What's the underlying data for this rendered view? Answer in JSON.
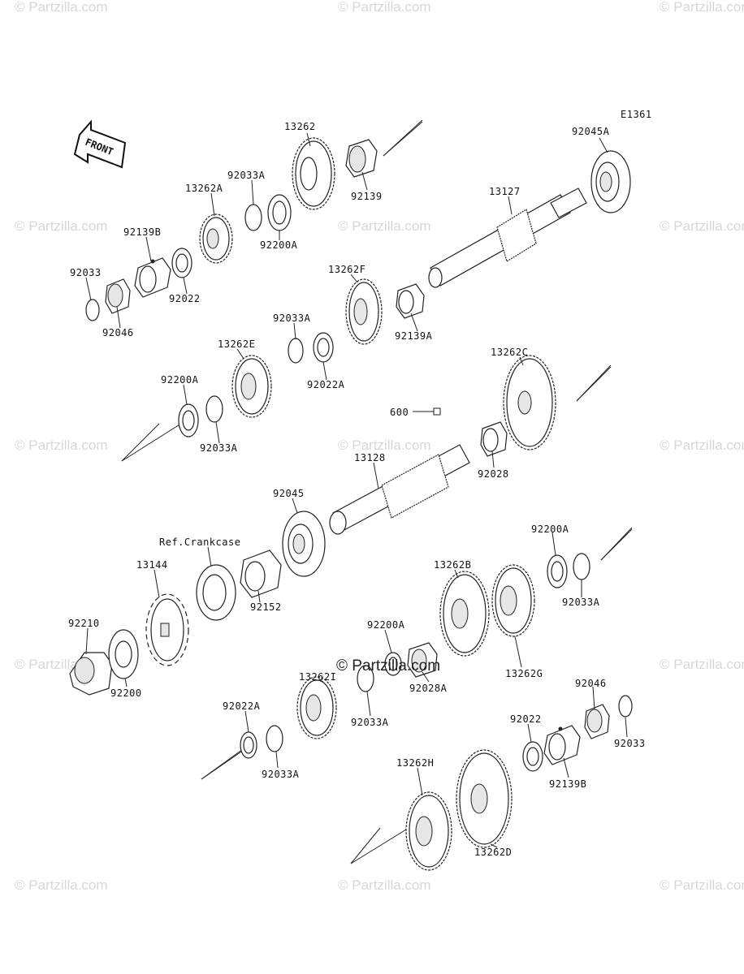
{
  "diagram": {
    "code": "E1361",
    "front_label": "FRONT",
    "ref_label": "Ref.Crankcase",
    "watermark_text": "© Partzilla.com",
    "center_watermark": "© Partzilla.com",
    "parts": {
      "p13262": "13262",
      "p92045A": "92045A",
      "p92139": "92139",
      "p92033A_top": "92033A",
      "p13262A": "13262A",
      "p92200A_top": "92200A",
      "p13127": "13127",
      "p92139B_top": "92139B",
      "p92033_top": "92033",
      "p92022_top": "92022",
      "p92046_top": "92046",
      "p13262F": "13262F",
      "p92033A_mid": "92033A",
      "p13262E": "13262E",
      "p92139A": "92139A",
      "p92022A_mid": "92022A",
      "p92200A_mid": "92200A",
      "p13262C": "13262C",
      "p92033A_left": "92033A",
      "p600": "600",
      "p92028": "92028",
      "p13128": "13128",
      "p92045": "92045",
      "p92200A_right": "92200A",
      "p13144": "13144",
      "p92152": "92152",
      "p13262B": "13262B",
      "p92033A_right": "92033A",
      "p92210": "92210",
      "p92200A_low": "92200A",
      "p13262G": "13262G",
      "p92200": "92200",
      "p13262I": "13262I",
      "p92028A": "92028A",
      "p92033A_low": "92033A",
      "p92046_low": "92046",
      "p92022A_low": "92022A",
      "p92022_low": "92022",
      "p92033_low": "92033",
      "p13262H": "13262H",
      "p92139B_low": "92139B",
      "p92033A_bottom": "92033A",
      "p13262D": "13262D"
    }
  }
}
